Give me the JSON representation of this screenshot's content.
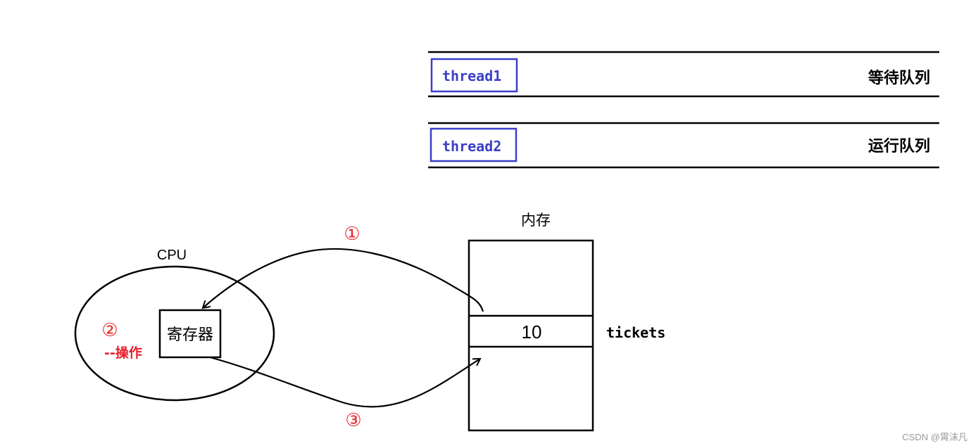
{
  "queues": [
    {
      "thread": "thread1",
      "label": "等待队列"
    },
    {
      "thread": "thread2",
      "label": "运行队列"
    }
  ],
  "cpu": {
    "label": "CPU",
    "register_label": "寄存器",
    "operation_label": "--操作"
  },
  "memory": {
    "label": "内存",
    "value": "10",
    "variable_name": "tickets"
  },
  "steps": {
    "load": "①",
    "operate": "②",
    "store": "③"
  },
  "watermark": "CSDN @霄沫凡",
  "colors": {
    "thread_box": "#3a3fc7",
    "step_marker": "#e8202a",
    "line": "#000000"
  }
}
